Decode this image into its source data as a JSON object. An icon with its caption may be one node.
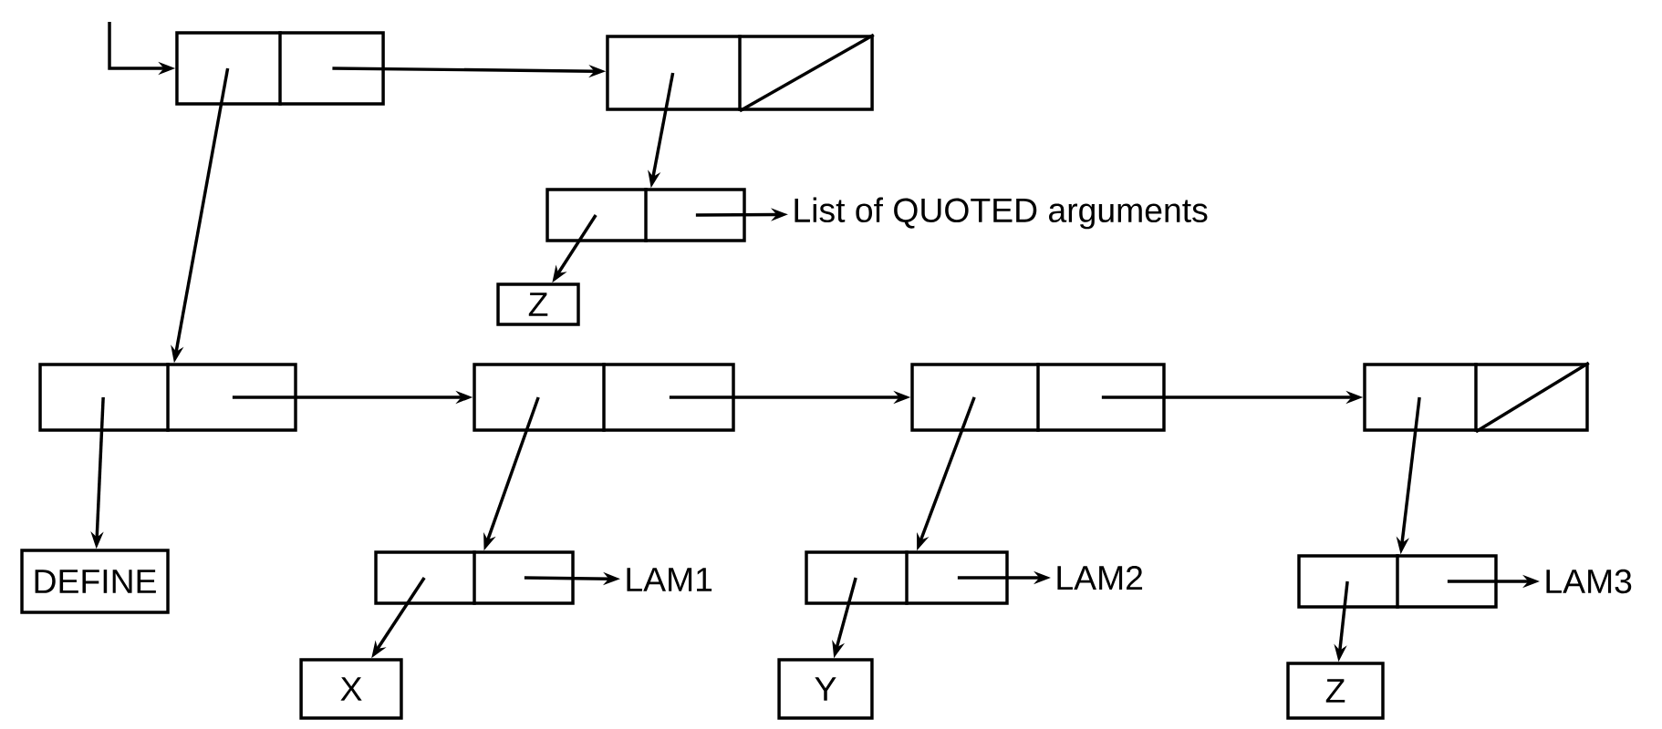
{
  "diagram": {
    "nodes": [
      {
        "text": [],
        "shape": "box"
      },
      {
        "text": [],
        "shape": "box"
      },
      {
        "text": [],
        "shape": "box"
      },
      {
        "text": [
          "Z"
        ]
      },
      {
        "text": [
          "List of QUOTED arguments"
        ]
      },
      {
        "text": [],
        "shape": "box"
      },
      {
        "text": [],
        "shape": "box"
      },
      {
        "text": [],
        "shape": "box"
      },
      {
        "text": [],
        "shape": "box"
      },
      {
        "text": [
          "DEFINE"
        ]
      },
      {
        "text": [],
        "shape": "box"
      },
      {
        "text": [
          "LAM1"
        ]
      },
      {
        "text": [
          "X"
        ]
      },
      {
        "text": [],
        "shape": "box"
      },
      {
        "text": [
          "LAM2"
        ]
      },
      {
        "text": [
          "Y"
        ]
      },
      {
        "text": [],
        "shape": "box"
      },
      {
        "text": [
          "LAM3"
        ]
      },
      {
        "text": [
          "Z"
        ]
      }
    ],
    "edges": [
      {
        "from": null,
        "to": 0,
        "arrow": "to"
      },
      {
        "from": 0,
        "to": 1,
        "arrow": "to"
      },
      {
        "from": 1,
        "to": 2,
        "arrow": "to"
      },
      {
        "from": 2,
        "to": 4,
        "arrow": "to"
      },
      {
        "from": 2,
        "to": 3,
        "arrow": "to"
      },
      {
        "from": 0,
        "to": 5,
        "arrow": "to"
      },
      {
        "from": 5,
        "to": 6,
        "arrow": "to"
      },
      {
        "from": 6,
        "to": 7,
        "arrow": "to"
      },
      {
        "from": 7,
        "to": 8,
        "arrow": "to"
      },
      {
        "from": 5,
        "to": 9,
        "arrow": "to"
      },
      {
        "from": 6,
        "to": 10,
        "arrow": "to"
      },
      {
        "from": 10,
        "to": 11,
        "arrow": "to"
      },
      {
        "from": 10,
        "to": 12,
        "arrow": "to"
      },
      {
        "from": 7,
        "to": 13,
        "arrow": "to"
      },
      {
        "from": 13,
        "to": 14,
        "arrow": "to"
      },
      {
        "from": 13,
        "to": 15,
        "arrow": "to"
      },
      {
        "from": 8,
        "to": 16,
        "arrow": "to"
      },
      {
        "from": 16,
        "to": 17,
        "arrow": "to"
      },
      {
        "from": 16,
        "to": 18,
        "arrow": "to"
      }
    ]
  }
}
